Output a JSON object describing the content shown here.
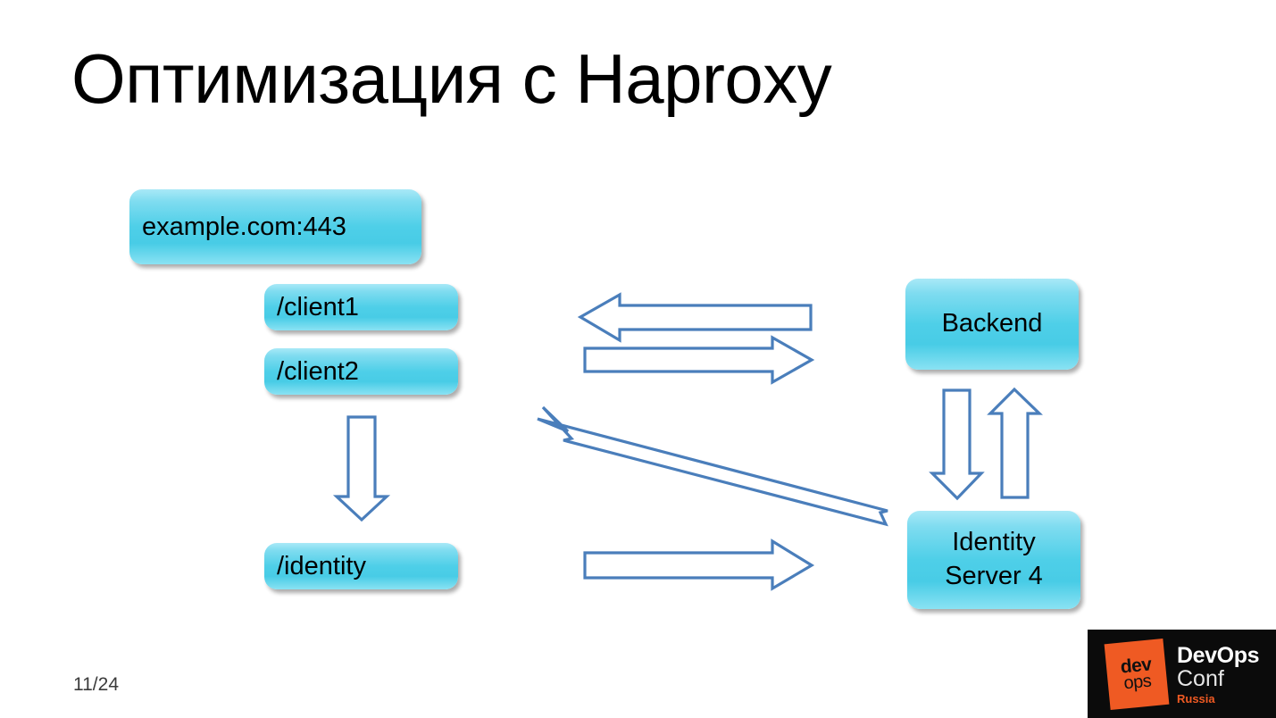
{
  "slide": {
    "title": "Оптимизация с Haproxy",
    "page_number": "11/24",
    "background_color": "#ffffff",
    "node_fill_color": "#4ecfe8",
    "arrow_stroke_color": "#4a7ebb",
    "arrow_fill_color": "#ffffff"
  },
  "nodes": {
    "example": {
      "label": "example.com:443"
    },
    "client1": {
      "label": "/client1"
    },
    "client2": {
      "label": "/client2"
    },
    "identity": {
      "label": "/identity"
    },
    "backend": {
      "label": "Backend"
    },
    "identity_server": {
      "line1": "Identity",
      "line2": "Server 4"
    }
  },
  "arrows": [
    {
      "name": "backend-to-haproxy",
      "direction": "left",
      "from": "Backend",
      "to": "example.com:443 routes"
    },
    {
      "name": "haproxy-to-backend",
      "direction": "right",
      "from": "example.com:443 routes",
      "to": "Backend"
    },
    {
      "name": "client2-to-identity",
      "direction": "down",
      "from": "/client2",
      "to": "/identity"
    },
    {
      "name": "backend-to-identity-server",
      "direction": "down",
      "from": "Backend",
      "to": "Identity Server 4"
    },
    {
      "name": "identity-server-to-backend",
      "direction": "up",
      "from": "Identity Server 4",
      "to": "Backend"
    },
    {
      "name": "identity-server-to-clients",
      "direction": "diagonal-up-left",
      "from": "Identity Server 4",
      "to": "/client2"
    },
    {
      "name": "identity-to-identity-server",
      "direction": "right",
      "from": "/identity",
      "to": "Identity Server 4"
    }
  ],
  "logo": {
    "mark_line1": "dev",
    "mark_line2": "ops",
    "word_line1": "DevOps",
    "word_line2": "Conf",
    "word_line3": "Russia",
    "background_color": "#0b0b0b",
    "accent_color": "#ef5a23"
  }
}
